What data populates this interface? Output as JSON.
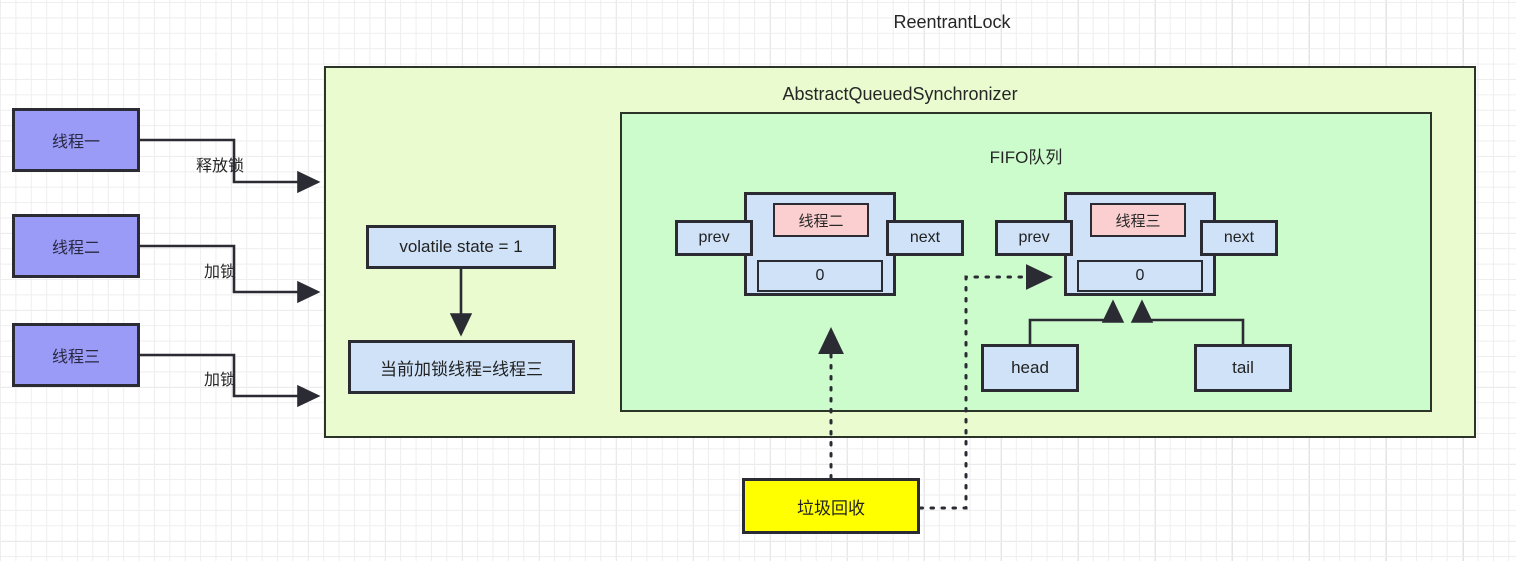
{
  "diagram": {
    "title": "ReentrantLock",
    "containers": {
      "reentrant_lock": "ReentrantLock",
      "aqs": "AbstractQueuedSynchronizer",
      "fifo": "FIFO队列"
    },
    "threads": [
      {
        "name": "thread-1",
        "label": "线程一",
        "action": "释放锁"
      },
      {
        "name": "thread-2",
        "label": "线程二",
        "action": "加锁"
      },
      {
        "name": "thread-3",
        "label": "线程三",
        "action": "加锁"
      }
    ],
    "state": {
      "volatile_state": "volatile state = 1",
      "current_owner": "当前加锁线程=线程三"
    },
    "nodes": [
      {
        "name": "node-1",
        "prev": "prev",
        "next": "next",
        "thread": "线程二",
        "wait_status": "0"
      },
      {
        "name": "node-2",
        "prev": "prev",
        "next": "next",
        "thread": "线程三",
        "wait_status": "0"
      }
    ],
    "pointers": {
      "head": "head",
      "tail": "tail"
    },
    "gc": {
      "label": "垃圾回收"
    },
    "colors": {
      "aqs_fill": "#e9fbcf",
      "fifo_fill": "#ccfbcc",
      "thread_fill": "#9a9af7",
      "node_fill": "#cfe2f8",
      "node_thread_fill": "#fbcfcf",
      "gc_fill": "#ffff00",
      "stroke": "#2b2b33",
      "background": "#ffffff"
    }
  }
}
